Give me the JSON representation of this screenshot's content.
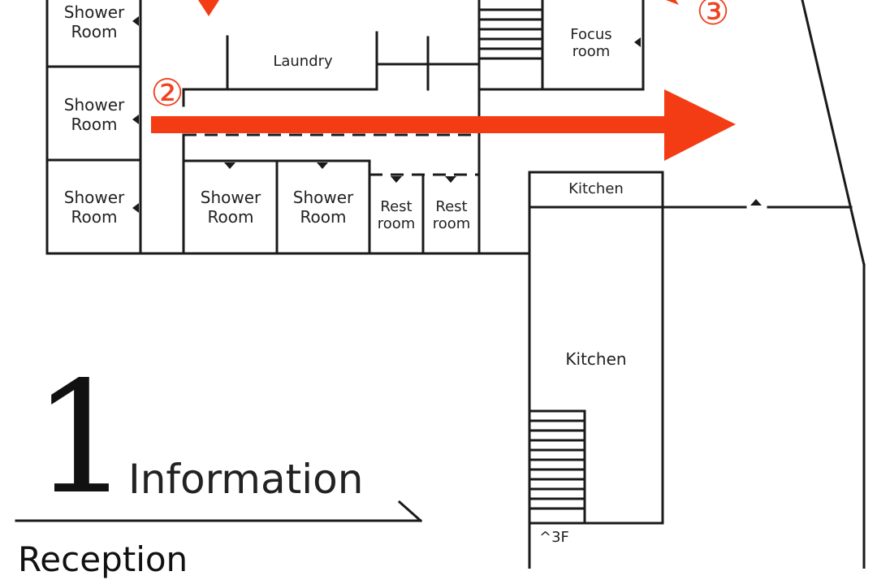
{
  "rooms": {
    "shower_room_left_top": "Shower\nRoom",
    "shower_room_left_mid": "Shower\nRoom",
    "shower_room_left_bottom": "Shower\nRoom",
    "shower_room_center_1": "Shower\nRoom",
    "shower_room_center_2": "Shower\nRoom",
    "rest_room_1": "Rest\nroom",
    "rest_room_2": "Rest\nroom",
    "laundry": "Laundry",
    "focus_room": "Focus\nroom",
    "kitchen_upper": "Kitchen",
    "kitchen_main": "Kitchen",
    "stair_label_3f": "^3F"
  },
  "markers": {
    "marker_2": "②",
    "marker_3": "③"
  },
  "section": {
    "number": "1",
    "title": "Information",
    "subtitle": "Reception"
  },
  "colors": {
    "route": "#f43c14",
    "walls": "#1a1a1a"
  }
}
